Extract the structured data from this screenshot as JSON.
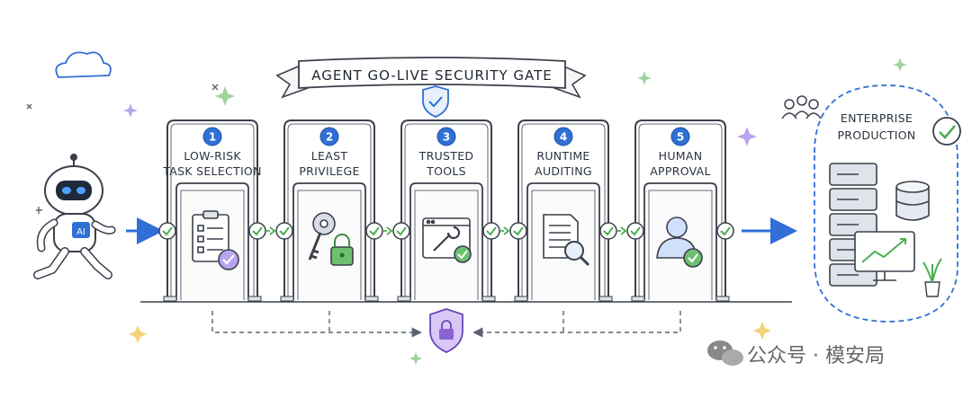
{
  "title": "AGENT GO-LIVE  SECURITY GATE",
  "agent_badge": "AI",
  "gates": [
    {
      "number": "1",
      "line1": "LOW-RISK",
      "line2": "TASK SELECTION"
    },
    {
      "number": "2",
      "line1": "LEAST",
      "line2": "PRIVILEGE"
    },
    {
      "number": "3",
      "line1": "TRUSTED",
      "line2": "TOOLS"
    },
    {
      "number": "4",
      "line1": "RUNTIME",
      "line2": "AUDITING"
    },
    {
      "number": "5",
      "line1": "HUMAN",
      "line2": "APPROVAL"
    }
  ],
  "production": {
    "line1": "ENTERPRISE",
    "line2": "PRODUCTION"
  },
  "watermark": "公众号 · 模安局",
  "colors": {
    "accent": "#2f6fd6",
    "check": "#4caf50",
    "lock": "#8a63d2",
    "ink": "#2b3340"
  }
}
